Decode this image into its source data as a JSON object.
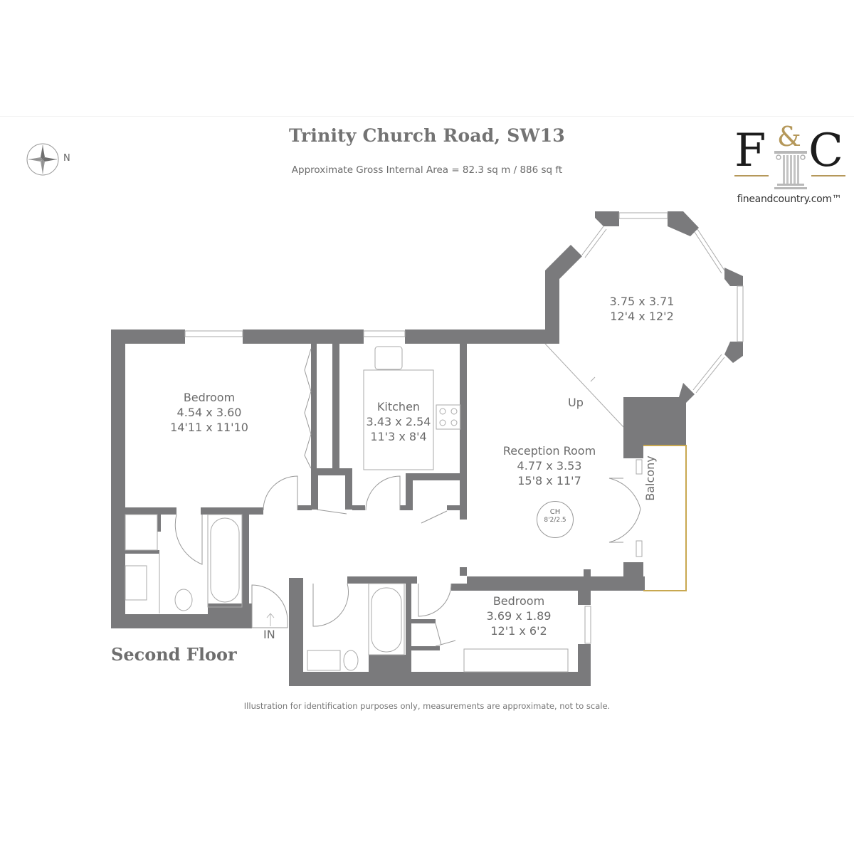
{
  "header": {
    "title": "Trinity Church Road, SW13",
    "subtitle": "Approximate Gross Internal Area = 82.3 sq m / 886 sq ft"
  },
  "compass": {
    "label": "N"
  },
  "logo": {
    "letter_left": "F",
    "ampersand": "&",
    "letter_right": "C",
    "url": "fineandcountry.com™",
    "accent_color": "#b5985a"
  },
  "plan": {
    "floor_label": "Second Floor",
    "wall_color": "#7a7a7c",
    "balcony_color": "#c8a850",
    "rooms": [
      {
        "name": "Bedroom",
        "metric": "4.54 x 3.60",
        "imperial": "14'11 x 11'10"
      },
      {
        "name": "Kitchen",
        "metric": "3.43 x 2.54",
        "imperial": "11'3 x 8'4"
      },
      {
        "name": "Reception Room",
        "metric": "4.77 x 3.53",
        "imperial": "15'8 x 11'7"
      },
      {
        "name": "",
        "metric": "3.75 x 3.71",
        "imperial": "12'4 x 12'2"
      },
      {
        "name": "Bedroom",
        "metric": "3.69 x 1.89",
        "imperial": "12'1 x 6'2"
      }
    ],
    "balcony_label": "Balcony",
    "ceiling_height": {
      "label": "CH",
      "value": "8'2/2.5"
    },
    "up_label": "Up",
    "entrance_label": "IN"
  },
  "footer": {
    "disclaimer": "Illustration for identification purposes only, measurements are approximate, not to scale."
  }
}
